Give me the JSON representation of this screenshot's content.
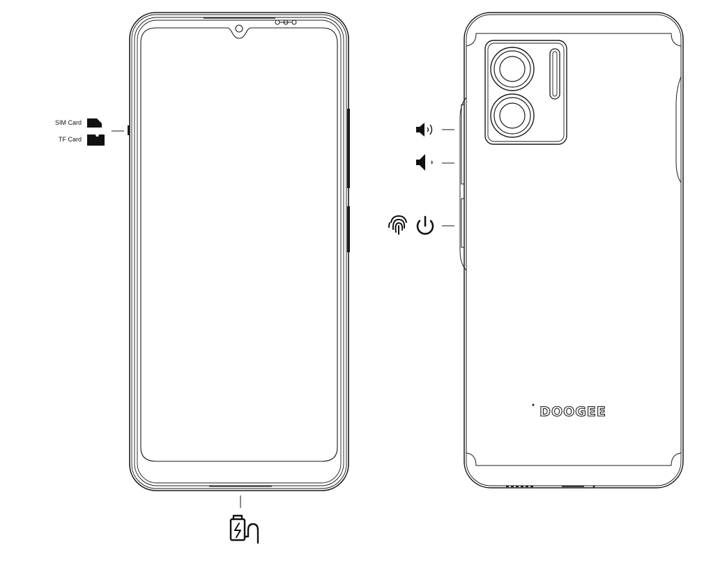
{
  "colors": {
    "line": "#1a1a1a",
    "fill_dark": "#111111",
    "background": "#ffffff"
  },
  "front_view": {
    "labels": {
      "sim_card": "SIM Card",
      "tf_card": "TF Card"
    },
    "icons": [
      "sim-card-icon",
      "tf-card-icon",
      "charging-port-icon"
    ]
  },
  "back_view": {
    "brand_logo": "DOOGEE",
    "icons": [
      "volume-up-icon",
      "volume-down-icon",
      "fingerprint-icon",
      "power-icon"
    ]
  }
}
